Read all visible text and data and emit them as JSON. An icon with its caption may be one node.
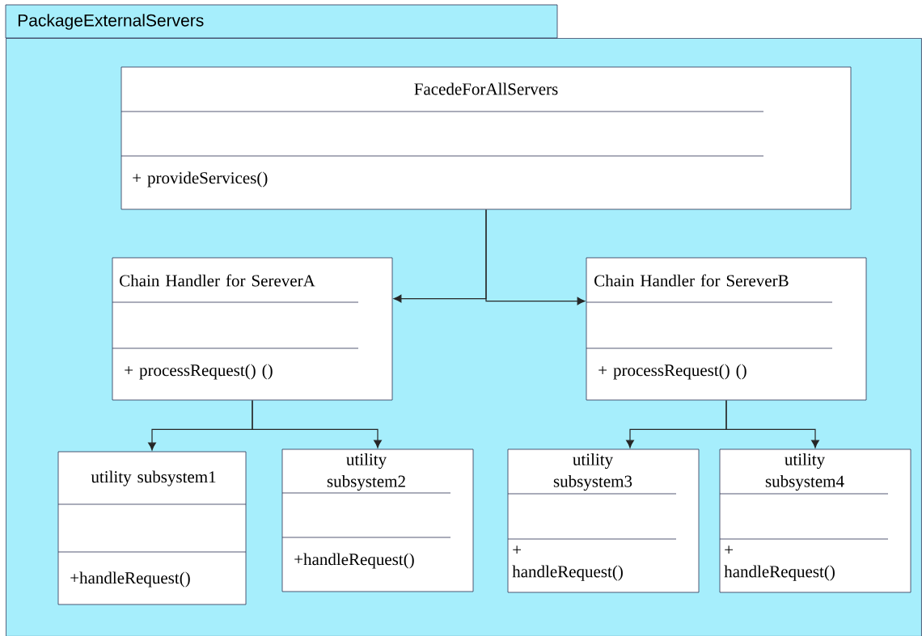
{
  "diagram": {
    "nodes": [
      {
        "text": [
          "PackageExternalServers"
        ]
      },
      {
        "text": [
          "FacedeForAllServers",
          "+ provideServices()"
        ],
        "in": 0
      },
      {
        "text": [
          "Chain Handler for SereverA",
          "+ processRequest() ()"
        ],
        "in": 0
      },
      {
        "text": [
          "Chain Handler for SereverB",
          "+ processRequest() ()"
        ],
        "in": 0
      },
      {
        "text": [
          "utility subsystem1",
          "+handleRequest()"
        ],
        "in": 0
      },
      {
        "text": [
          "utility subsystem2",
          "+handleRequest()"
        ],
        "in": 0
      },
      {
        "text": [
          "utility subsystem3",
          "+ handleRequest()"
        ],
        "in": 0
      },
      {
        "text": [
          "utility subsystem4",
          "+ handleRequest()"
        ],
        "in": 0
      }
    ],
    "edges": [
      {
        "from": 1,
        "to": 2,
        "arrow": "to"
      },
      {
        "from": 1,
        "to": 3,
        "arrow": "to"
      },
      {
        "from": 2,
        "to": 4,
        "arrow": "to"
      },
      {
        "from": 2,
        "to": 5,
        "arrow": "to"
      },
      {
        "from": 3,
        "to": 6,
        "arrow": "to"
      },
      {
        "from": 3,
        "to": 7,
        "arrow": "to"
      }
    ]
  }
}
